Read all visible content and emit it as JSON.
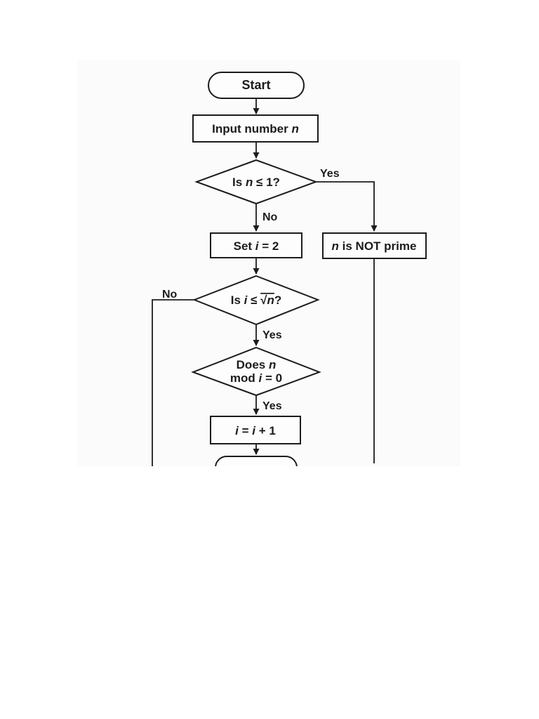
{
  "page": {
    "background_color": "#ffffff"
  },
  "flowchart": {
    "background_color": "#fbfbfb",
    "stroke_color": "#1c1c1c",
    "node_fill_color": "#fdfdfd",
    "nodes": {
      "start": {
        "shape": "terminator",
        "label": "Start"
      },
      "input_number": {
        "shape": "process",
        "parts": [
          "Input number ",
          "n"
        ]
      },
      "is_n_le_1": {
        "shape": "decision",
        "parts": [
          "Is ",
          "n",
          " ≤ 1?"
        ]
      },
      "set_i": {
        "shape": "process",
        "parts": [
          "Set ",
          "i",
          " = 2"
        ]
      },
      "not_prime": {
        "shape": "process",
        "parts": [
          "n",
          " is NOT prime"
        ]
      },
      "is_i_le_sqrt_n": {
        "shape": "decision",
        "parts": [
          "Is ",
          "i",
          " ≤ ",
          "√",
          "n",
          "?"
        ]
      },
      "does_n_mod_i": {
        "shape": "decision",
        "line1": [
          "Does ",
          "n"
        ],
        "line2": [
          "mod ",
          "i",
          " = 0"
        ]
      },
      "increment_i": {
        "shape": "process",
        "parts": [
          "i",
          " = ",
          "i",
          " + 1"
        ]
      },
      "end_clipped": {
        "shape": "terminator",
        "label": ""
      }
    },
    "edge_labels": {
      "is_n_le_1_yes": "Yes",
      "is_n_le_1_no": "No",
      "is_i_le_sqrt_n_no": "No",
      "is_i_le_sqrt_n_yes": "Yes",
      "does_n_mod_i_yes": "Yes"
    }
  }
}
